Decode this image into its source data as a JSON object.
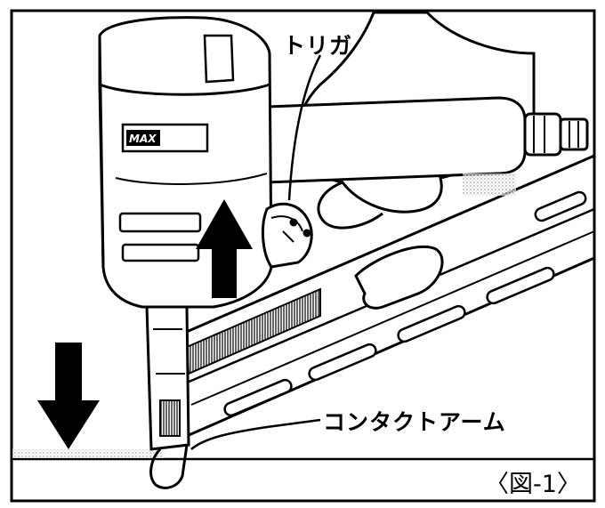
{
  "labels": {
    "trigger": "トリガ",
    "contact_arm": "コンタクトアーム",
    "figure_number": "〈図-1〉",
    "brand": "MAX"
  },
  "icons": [
    "up-arrow-icon",
    "down-arrow-icon"
  ],
  "colors": {
    "ink": "#000000",
    "paper": "#ffffff",
    "hatch": "#9a9a9a"
  }
}
